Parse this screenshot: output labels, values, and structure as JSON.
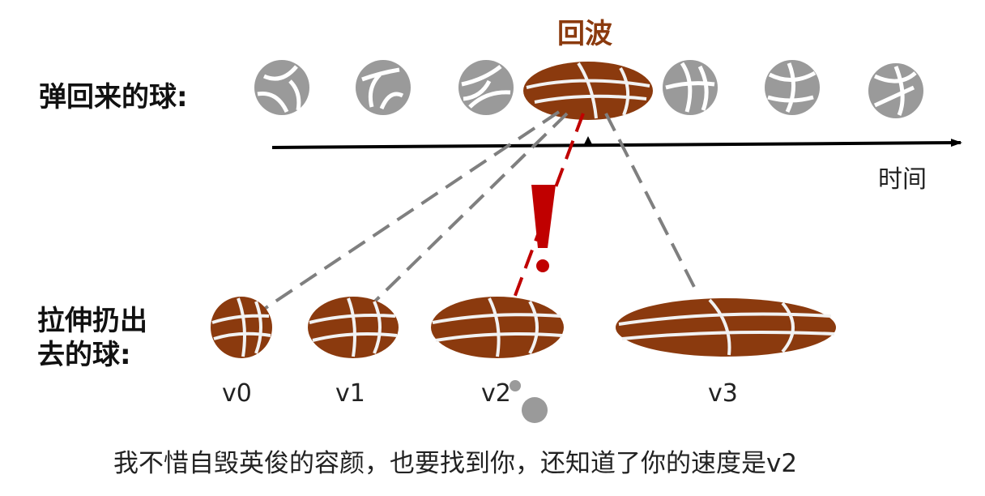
{
  "title": "回波",
  "labels": {
    "bounced_balls": "弹回来的球:",
    "thrown_line1": "拉伸扔出",
    "thrown_line2": "去的球:",
    "time_axis": "时间",
    "exclamation": "!"
  },
  "thrown_balls": [
    {
      "label": "v0"
    },
    {
      "label": "v1"
    },
    {
      "label": "v2"
    },
    {
      "label": "v3"
    }
  ],
  "caption": "我不惜自毁英俊的容颜，也要找到你，还知道了你的速度是v2",
  "colors": {
    "ball_brown": "#8B3A0E",
    "ghost_grey": "#9a9a9a",
    "dash_grey": "#7f7f7f",
    "dash_red": "#C00000",
    "axis": "#000000"
  }
}
